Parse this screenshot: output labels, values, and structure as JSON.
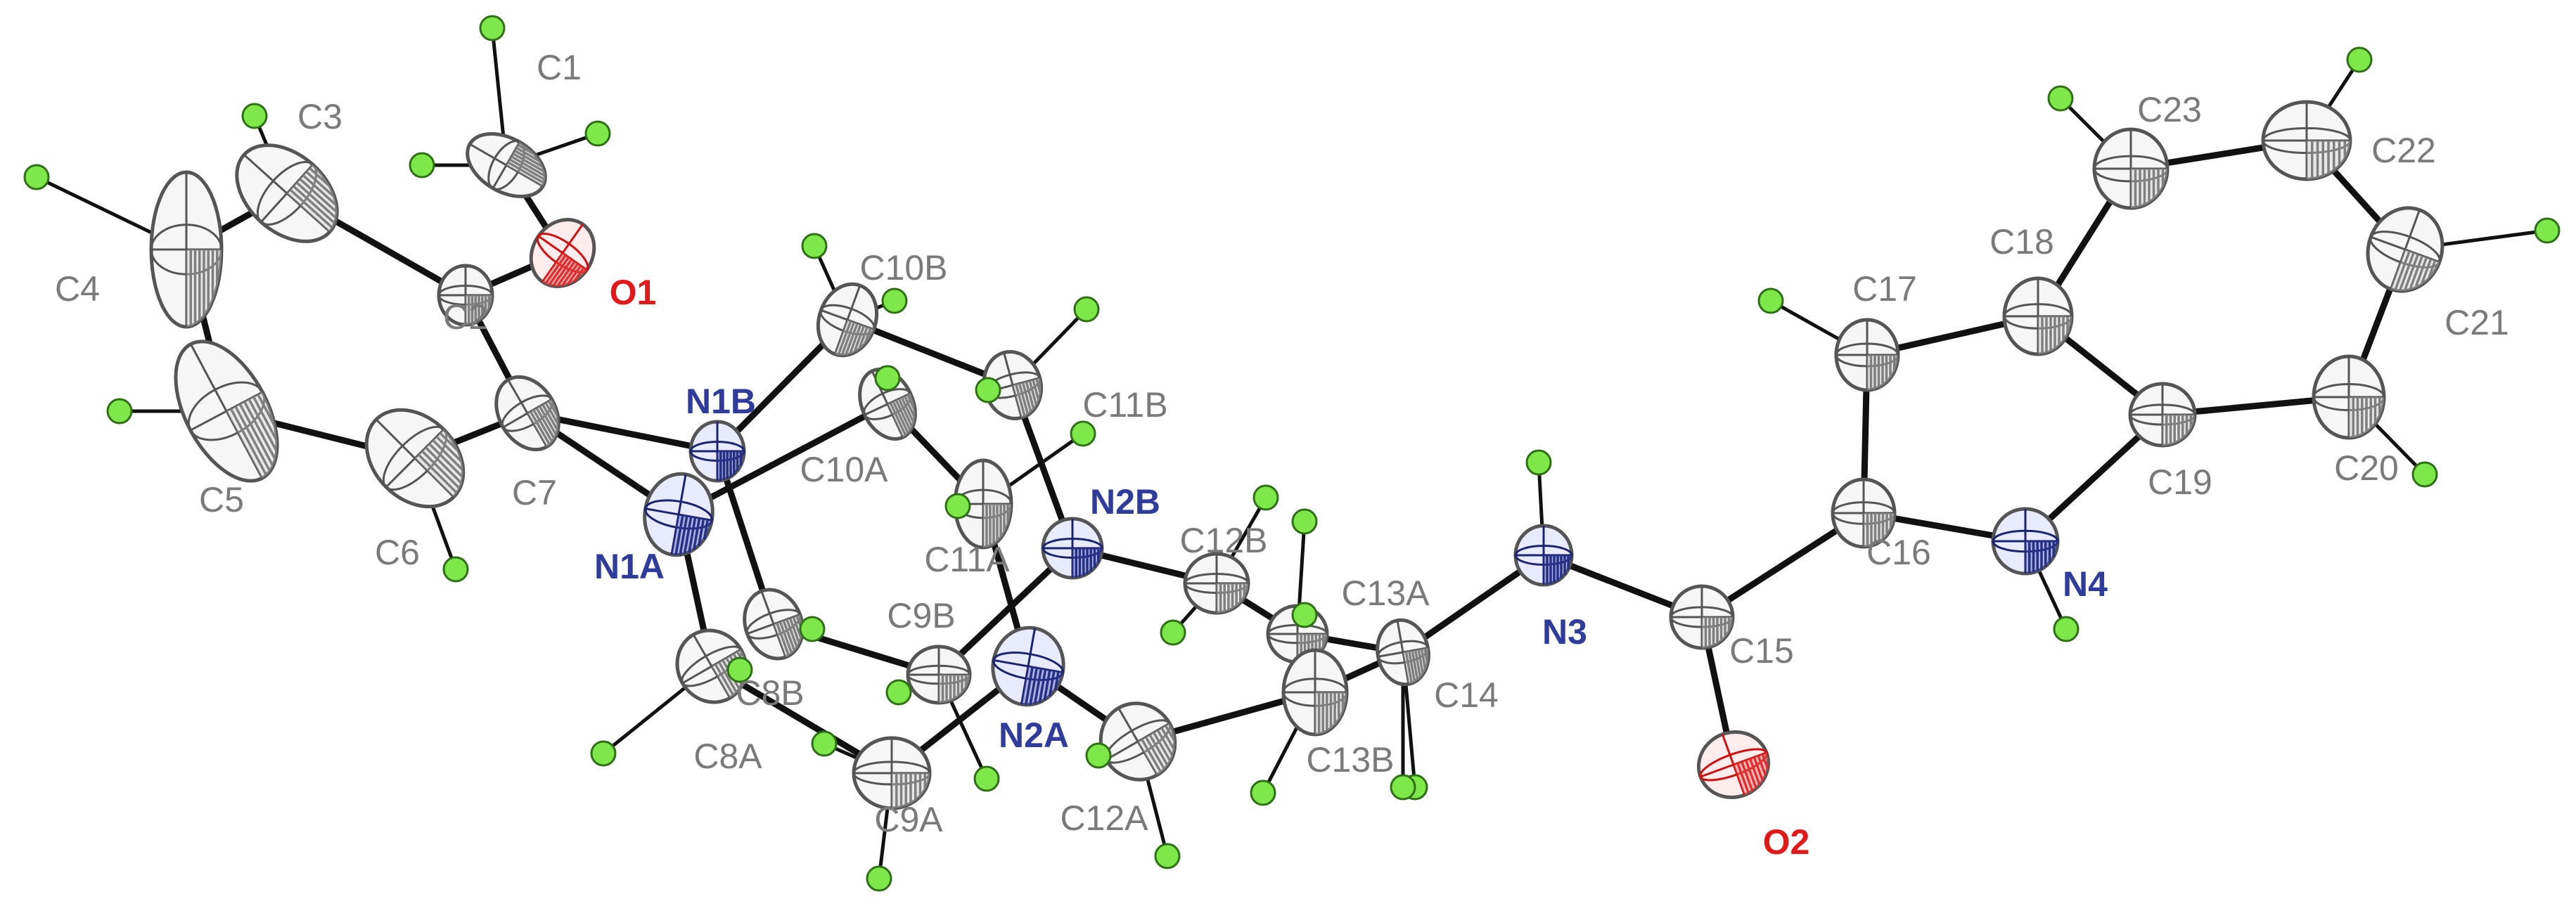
{
  "figure": {
    "colors": {
      "carbon": "#cfcfcf",
      "carbon_outline": "#555555",
      "carbon_label": "#7a7a7a",
      "nitrogen": "#3a47a8",
      "nitrogen_outline": "#1c2470",
      "nitrogen_label": "#2f3c9a",
      "oxygen": "#ff6a6a",
      "oxygen_outline": "#d01010",
      "oxygen_label": "#e01a1a",
      "hydrogen": "#7ee84a",
      "bond": "#111111"
    },
    "atoms": {
      "C1": "C1",
      "C2": "C2",
      "C3": "C3",
      "C4": "C4",
      "C5": "C5",
      "C6": "C6",
      "C7": "C7",
      "O1": "O1",
      "N1A": "N1A",
      "N1B": "N1B",
      "C8A": "C8A",
      "C8B": "C8B",
      "C9A": "C9A",
      "C9B": "C9B",
      "C10A": "C10A",
      "C10B": "C10B",
      "C11A": "C11A",
      "C11B": "C11B",
      "N2A": "N2A",
      "N2B": "N2B",
      "C12A": "C12A",
      "C12B": "C12B",
      "C13A": "C13A",
      "C13B": "C13B",
      "C14": "C14",
      "N3": "N3",
      "C15": "C15",
      "O2": "O2",
      "C16": "C16",
      "C17": "C17",
      "C18": "C18",
      "C19": "C19",
      "N4": "N4",
      "C20": "C20",
      "C21": "C21",
      "C22": "C22",
      "C23": "C23"
    }
  }
}
